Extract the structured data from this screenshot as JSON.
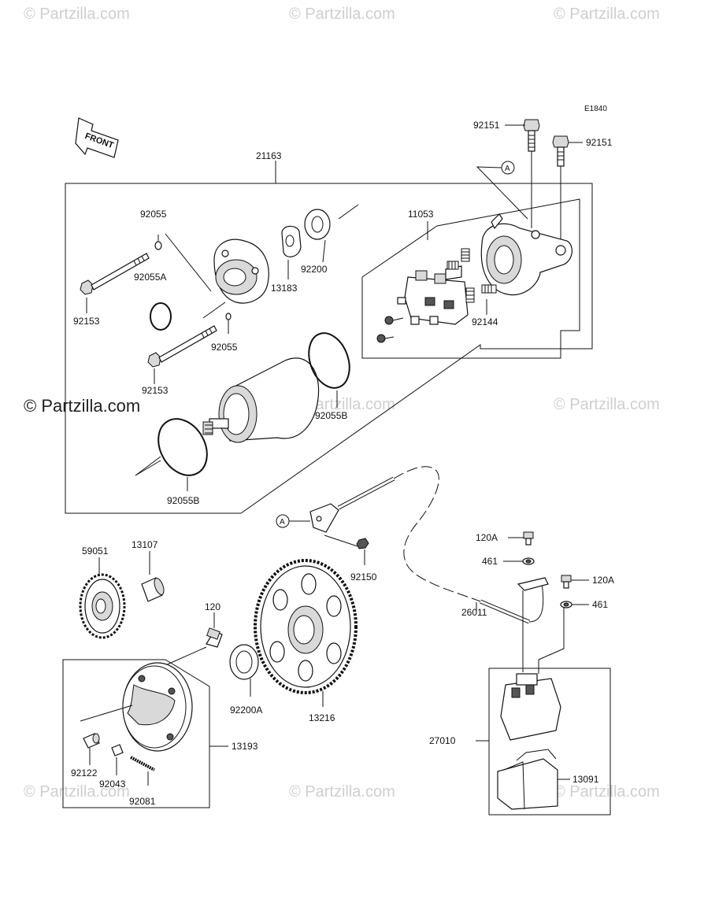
{
  "watermark": "© Partzilla.com",
  "diagram_code": "E1840",
  "front_label": "FRONT",
  "ref_a": "A",
  "labels": {
    "p92151_left": "92151",
    "p92151_right": "92151",
    "p21163": "21163",
    "p11053": "11053",
    "p92055_top": "92055",
    "p92200": "92200",
    "p13183": "13183",
    "p92055A": "92055A",
    "p92153_top": "92153",
    "p92055_mid": "92055",
    "p92144": "92144",
    "p92153_bottom": "92153",
    "p92055B_right": "92055B",
    "p92055B_bottom": "92055B",
    "p59051": "59051",
    "p13107": "13107",
    "p92150": "92150",
    "p120A_top": "120A",
    "p461_top": "461",
    "p120A_right": "120A",
    "p461_right": "461",
    "p120": "120",
    "p26011": "26011",
    "p92200A": "92200A",
    "p13216": "13216",
    "p13193": "13193",
    "p27010": "27010",
    "p92122": "92122",
    "p92043": "92043",
    "p92081": "92081",
    "p13091": "13091"
  }
}
